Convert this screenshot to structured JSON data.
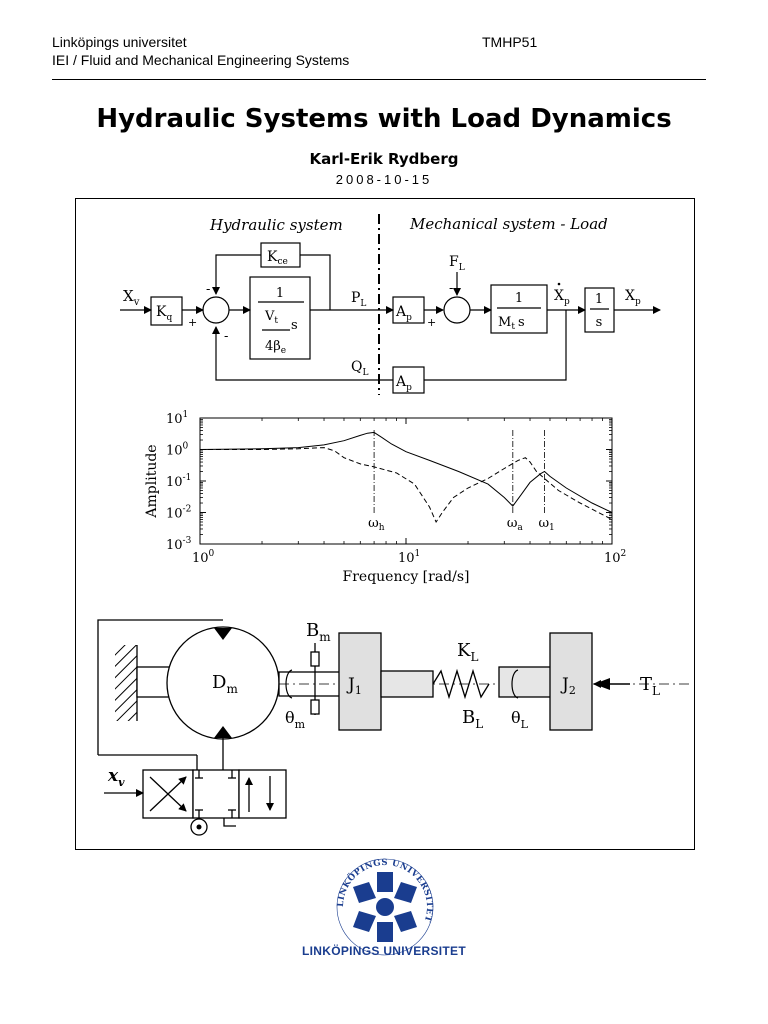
{
  "header": {
    "university": "Linköpings universitet",
    "course_code": "TMHP51",
    "department": "IEI / Fluid and Mechanical Engineering Systems"
  },
  "title": "Hydraulic Systems with Load Dynamics",
  "author": "Karl-Erik Rydberg",
  "date": "2008-10-15",
  "block_diagram": {
    "left_label": "Hydraulic system",
    "right_label": "Mechanical system - Load",
    "input": "X",
    "input_sub": "v",
    "gain": "K",
    "gain_sub": "q",
    "leak_block": "K",
    "leak_sub": "ce",
    "force": "F",
    "force_sub": "L",
    "pressure": "P",
    "pressure_sub": "L",
    "flow": "Q",
    "flow_sub": "L",
    "area": "A",
    "area_sub": "p",
    "velocity": "X",
    "velocity_sub": "p",
    "position": "X",
    "position_sub": "p",
    "tf_num": "1",
    "tf_vt": "V",
    "tf_vt_sub": "t",
    "tf_s": "s",
    "tf_den": "4β",
    "tf_den_sub": "e",
    "mass_num": "1",
    "mass_den": "M",
    "mass_den_sub": "t",
    "mass_s": "s",
    "int_num": "1",
    "int_den": "s",
    "plus": "+",
    "minus": "-"
  },
  "chart_data": {
    "type": "line",
    "xlabel": "Frequency [rad/s]",
    "ylabel": "Amplitude",
    "xscale": "log",
    "yscale": "log",
    "xlim": [
      1,
      100
    ],
    "ylim": [
      0.001,
      10
    ],
    "xticks": [
      "10",
      "10",
      "10"
    ],
    "xtick_exp": [
      "0",
      "1",
      "2"
    ],
    "yticks": [
      "10",
      "10",
      "10",
      "10",
      "10"
    ],
    "ytick_exp": [
      "1",
      "0",
      "-1",
      "-2",
      "-3"
    ],
    "annotations": [
      {
        "label": "ω",
        "sub": "h",
        "x": 7
      },
      {
        "label": "ω",
        "sub": "a",
        "x": 33
      },
      {
        "label": "ω",
        "sub": "1",
        "x": 47
      }
    ],
    "series": [
      {
        "style": "solid",
        "x": [
          1,
          2,
          3,
          4,
          5,
          6,
          6.5,
          7,
          7.5,
          8.5,
          10,
          13,
          18,
          25,
          30,
          33,
          36,
          40,
          45,
          47,
          50,
          60,
          80,
          100
        ],
        "y": [
          1.0,
          1.05,
          1.15,
          1.4,
          1.9,
          2.8,
          3.3,
          3.5,
          2.6,
          1.5,
          0.85,
          0.45,
          0.2,
          0.08,
          0.03,
          0.016,
          0.035,
          0.09,
          0.17,
          0.2,
          0.14,
          0.06,
          0.02,
          0.01
        ]
      },
      {
        "style": "dashed",
        "x": [
          1,
          2,
          3,
          4,
          4.5,
          5,
          6,
          7,
          9,
          11,
          13,
          14,
          15,
          17,
          20,
          25,
          30,
          35,
          38,
          40,
          43,
          47,
          55,
          70,
          100
        ],
        "y": [
          1.0,
          1.0,
          1.05,
          1.15,
          0.9,
          0.55,
          0.35,
          0.28,
          0.18,
          0.08,
          0.015,
          0.005,
          0.01,
          0.03,
          0.06,
          0.12,
          0.25,
          0.45,
          0.55,
          0.4,
          0.2,
          0.12,
          0.05,
          0.02,
          0.006
        ]
      }
    ]
  },
  "mechanical_diagram": {
    "displacement": "D",
    "displacement_sub": "m",
    "damping_m": "B",
    "damping_m_sub": "m",
    "inertia_1": "J",
    "inertia_1_sub": "1",
    "spring": "K",
    "spring_sub": "L",
    "damping_l": "B",
    "damping_l_sub": "L",
    "inertia_2": "J",
    "inertia_2_sub": "2",
    "torque": "T",
    "torque_sub": "L",
    "angle_m": "θ",
    "angle_m_sub": "m",
    "angle_l": "θ",
    "angle_l_sub": "L",
    "valve_input": "x",
    "valve_input_sub": "v"
  },
  "logo": {
    "ring_text": "LINKÖPINGS UNIVERSITET",
    "wordmark": "LINKÖPINGS UNIVERSITET",
    "color": "#1a3d8f"
  }
}
